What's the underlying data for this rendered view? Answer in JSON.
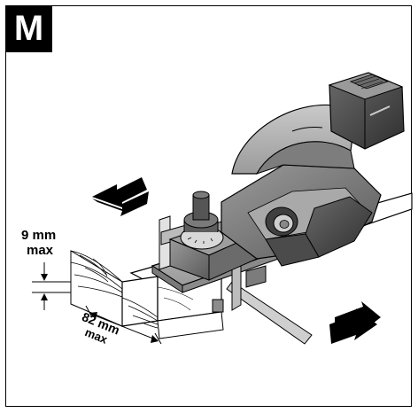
{
  "figure": {
    "letter": "M",
    "depth_dimension": {
      "value": "9 mm",
      "qualifier": "max"
    },
    "width_dimension": {
      "value": "82 mm",
      "qualifier": "max"
    },
    "icons": [
      "planer-illustration",
      "feed-direction-arrow-icon",
      "chip-ejection-arrow-icon"
    ]
  }
}
